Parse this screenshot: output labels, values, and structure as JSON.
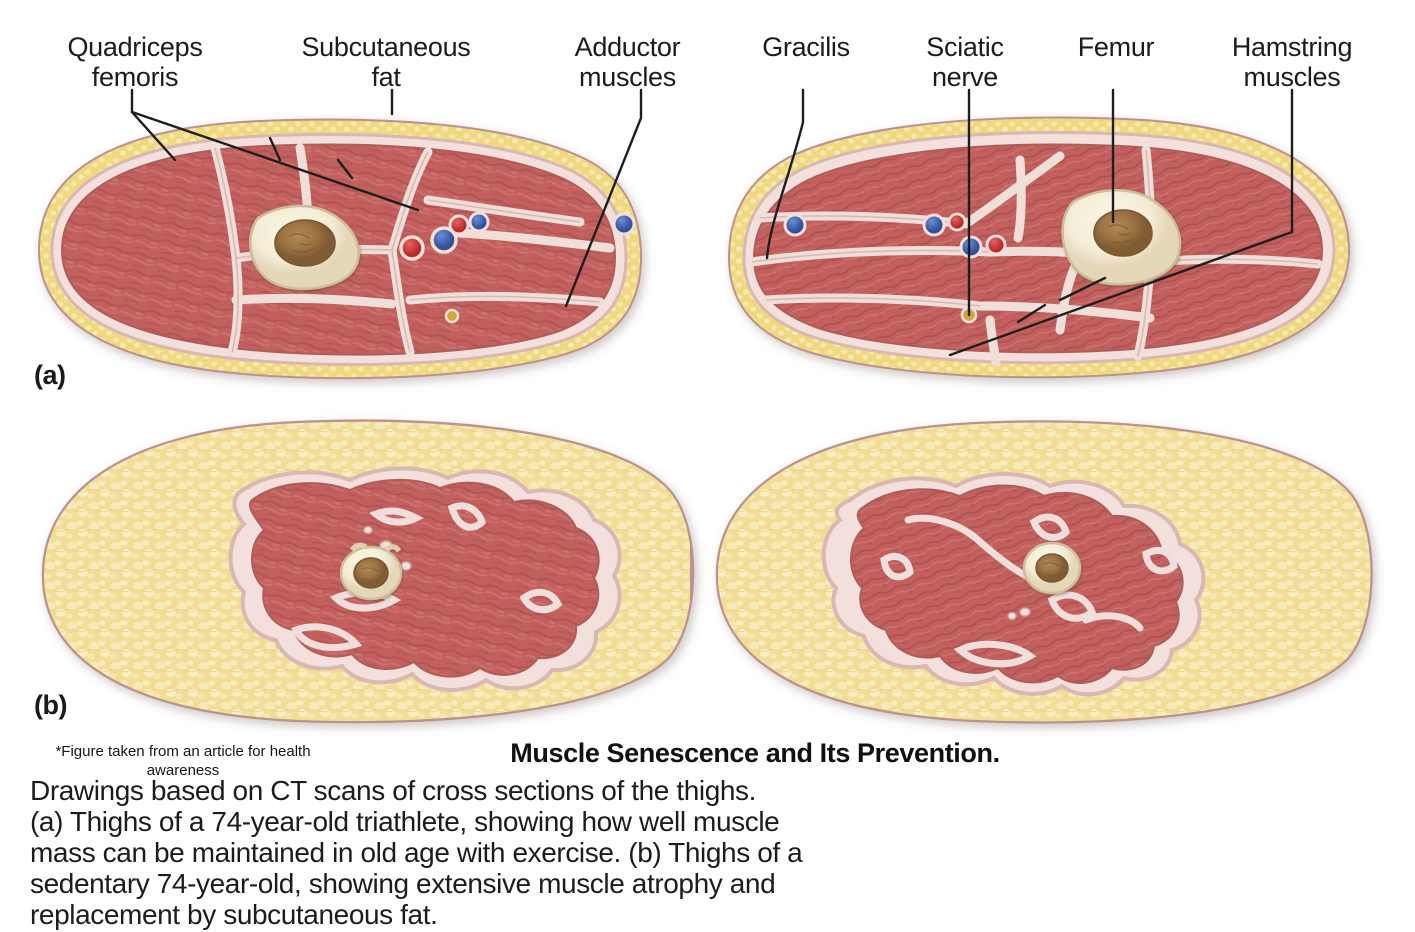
{
  "figure": {
    "type": "anatomical-illustration",
    "subject": "CT-based drawings of thigh cross sections",
    "panels": [
      {
        "tag": "(a)",
        "description": "Thighs of a 74-year-old triathlete"
      },
      {
        "tag": "(b)",
        "description": "Thighs of a sedentary 74-year-old"
      }
    ]
  },
  "labels": [
    {
      "id": "quadriceps-femoris",
      "text": "Quadriceps\nfemoris"
    },
    {
      "id": "subcutaneous-fat",
      "text": "Subcutaneous\nfat"
    },
    {
      "id": "adductor-muscles",
      "text": "Adductor\nmuscles"
    },
    {
      "id": "gracilis",
      "text": "Gracilis"
    },
    {
      "id": "sciatic-nerve",
      "text": "Sciatic\nnerve"
    },
    {
      "id": "femur",
      "text": "Femur"
    },
    {
      "id": "hamstring-muscles",
      "text": "Hamstring\nmuscles"
    }
  ],
  "panel_tags": {
    "a": "(a)",
    "b": "(b)"
  },
  "footnote": "*Figure taken from an article for health awareness",
  "caption": {
    "title": "Muscle Senescence and Its Prevention.",
    "lines": [
      "Drawings based on CT scans of cross sections of the thighs.",
      "(a) Thighs of a 74-year-old triathlete, showing how well muscle",
      "mass can be maintained in old age with exercise. (b) Thighs of a",
      "sedentary 74-year-old, showing extensive muscle atrophy and",
      "replacement by subcutaneous fat."
    ]
  },
  "colors": {
    "muscle": "#c2605e",
    "muscle_dark": "#a84d4d",
    "fat": "#f2dd96",
    "fat_light": "#f7e8b4",
    "fascia": "#f3e0dd",
    "skin_rim": "#c09a97",
    "bone_cortex": "#f4ecd6",
    "bone_marrow": "#9d7444",
    "artery": "#cf3b3b",
    "vein": "#3f63b0",
    "nerve": "#d8a82a",
    "leader_line": "#1e1e1e",
    "text": "#1c1c1c",
    "background": "#ffffff"
  }
}
